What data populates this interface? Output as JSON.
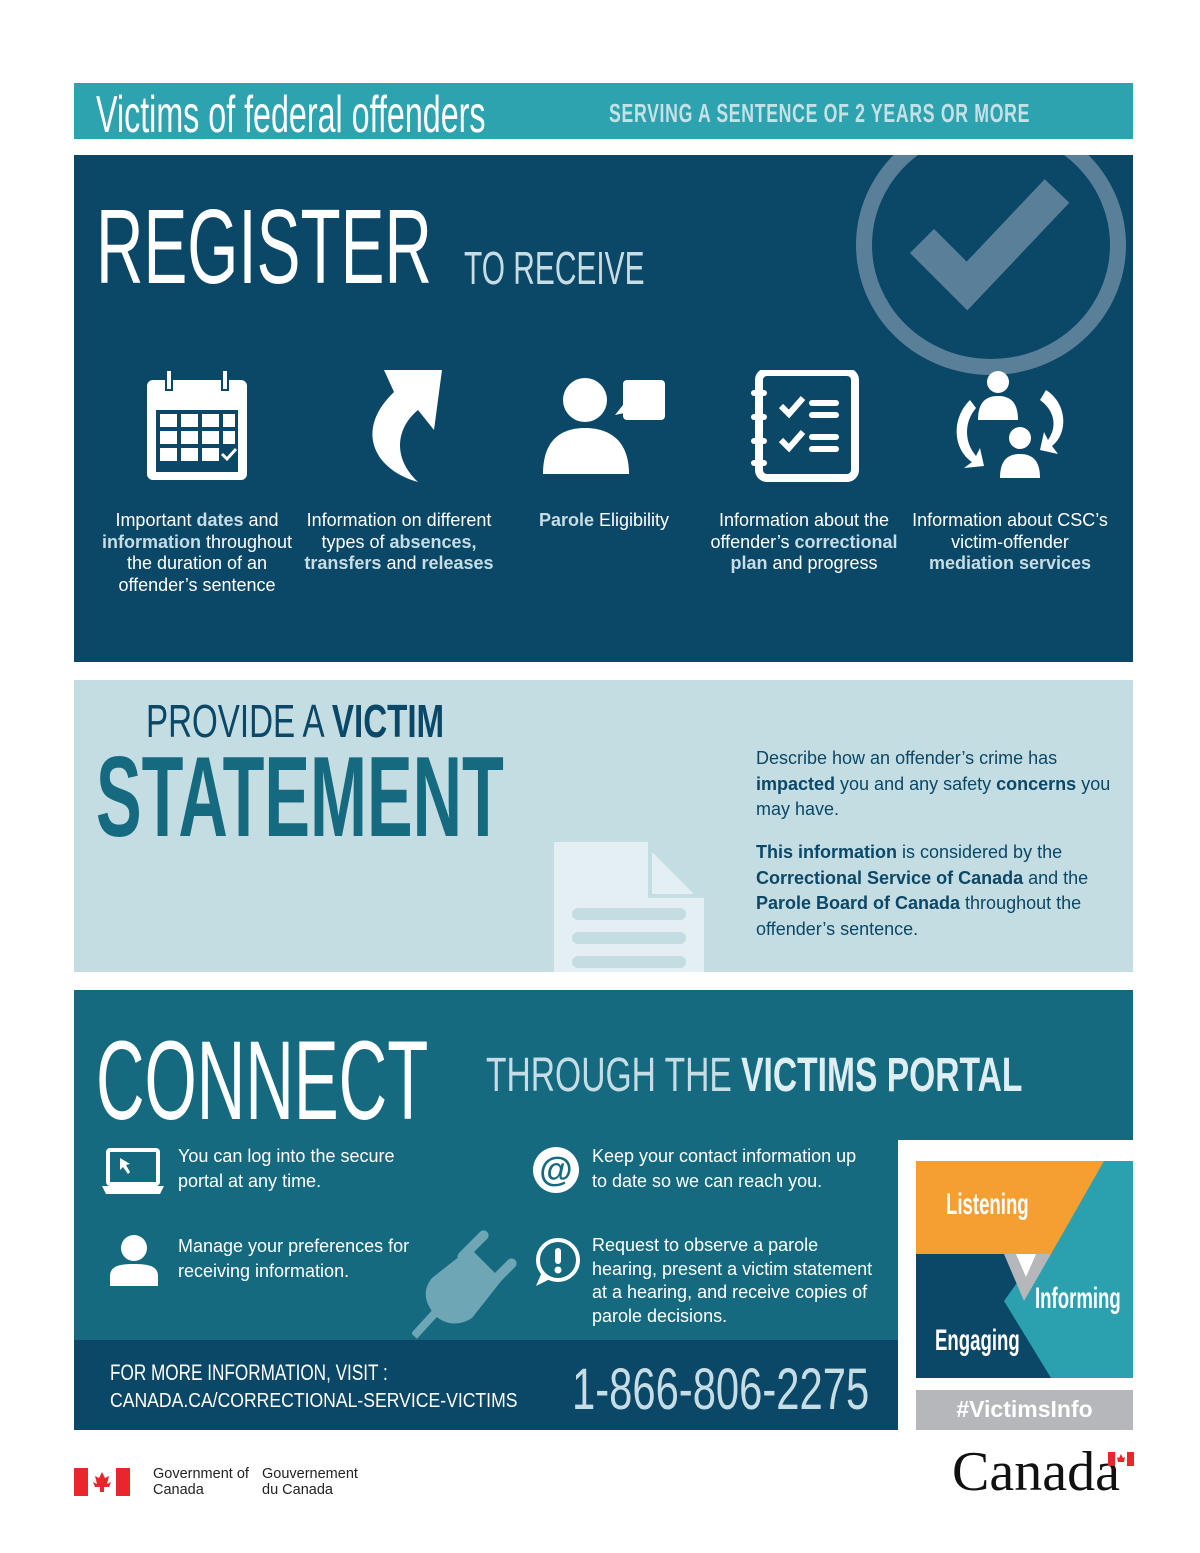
{
  "header": {
    "title": "Victims of federal offenders",
    "subtitle": "SERVING A SENTENCE OF 2 YEARS OR MORE"
  },
  "register": {
    "heading": "REGISTER",
    "subheading": "TO RECEIVE",
    "items": [
      [
        {
          "t": "Important "
        },
        {
          "t": "dates",
          "b": 1
        },
        {
          "t": " and "
        },
        {
          "t": "information",
          "b": 1
        },
        {
          "t": " throughout the duration of an offender’s sentence"
        }
      ],
      [
        {
          "t": "Information on different types of "
        },
        {
          "t": "absences, transfers",
          "b": 1
        },
        {
          "t": " and "
        },
        {
          "t": "releases",
          "b": 1
        }
      ],
      [
        {
          "t": "Parole",
          "b": 1
        },
        {
          "t": " Eligibility"
        }
      ],
      [
        {
          "t": "Information about the offender’s "
        },
        {
          "t": "correctional plan",
          "b": 1
        },
        {
          "t": " and progress"
        }
      ],
      [
        {
          "t": "Information about CSC’s victim-offender "
        },
        {
          "t": "mediation services",
          "b": 1
        }
      ]
    ]
  },
  "statement": {
    "pre": "PROVIDE A ",
    "pre_bold": "VICTIM",
    "heading": "STATEMENT",
    "para1": [
      {
        "t": "Describe how an offender’s crime has "
      },
      {
        "t": "impacted",
        "b": 1
      },
      {
        "t": " you and any safety "
      },
      {
        "t": "concerns",
        "b": 1
      },
      {
        "t": " you may have."
      }
    ],
    "para2": [
      {
        "t": "This information",
        "b": 1
      },
      {
        "t": " is considered by the "
      },
      {
        "t": "Correctional Service of Canada",
        "b": 1
      },
      {
        "t": " and the "
      },
      {
        "t": "Parole Board of Canada",
        "b": 1
      },
      {
        "t": " throughout the offender’s sentence."
      }
    ]
  },
  "connect": {
    "heading": "CONNECT",
    "sub_pre": "THROUGH THE ",
    "sub_bold": "VICTIMS PORTAL",
    "items": [
      "You can log into the secure portal at any time.",
      "Keep your contact information up to date so we can reach you.",
      "Manage your preferences for receiving information.",
      "Request to observe a parole hearing, present a victim statement at a hearing, and receive copies of parole decisions."
    ],
    "more_label": "FOR MORE INFORMATION, VISIT :",
    "url": "CANADA.CA/CORRECTIONAL-SERVICE-VICTIMS",
    "phone": "1-866-806-2275"
  },
  "logo": {
    "listening": "Listening",
    "informing": "Informing",
    "engaging": "Engaging",
    "hashtag": "#VictimsInfo"
  },
  "footer": {
    "gov_en": "Government of Canada",
    "gov_fr": "Gouvernement du Canada",
    "wordmark": "Canada"
  },
  "colors": {
    "teal": "#2ea3b0",
    "navy": "#0b4766",
    "light": "#c3dde3",
    "connect": "#156a80",
    "orange": "#f59f33"
  }
}
